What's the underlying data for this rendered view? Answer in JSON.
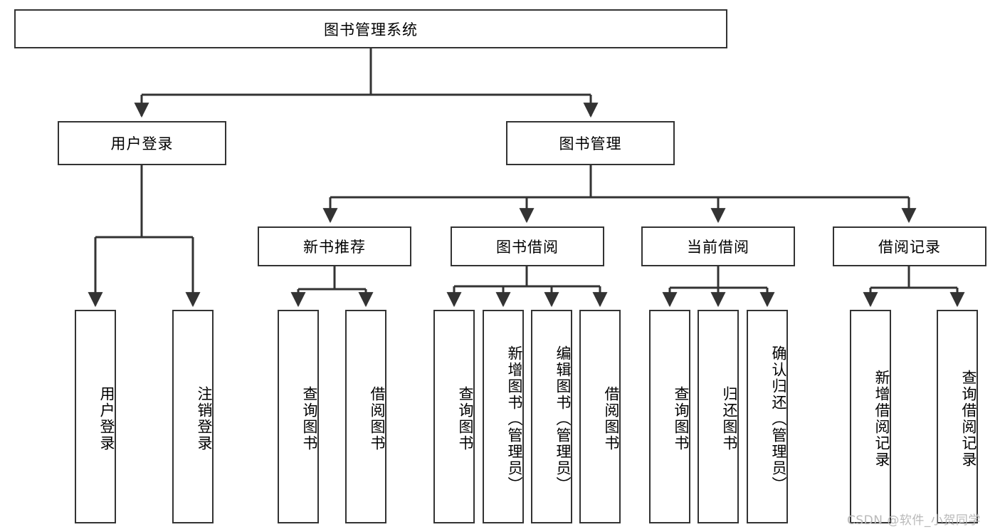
{
  "diagram": {
    "title": "图书管理系统",
    "type": "hierarchy-tree",
    "line_color": "#333333",
    "background_color": "#ffffff",
    "root": {
      "label": "图书管理系统"
    },
    "level2": [
      {
        "label": "用户登录"
      },
      {
        "label": "图书管理"
      }
    ],
    "level3": [
      {
        "label": "新书推荐"
      },
      {
        "label": "图书借阅"
      },
      {
        "label": "当前借阅"
      },
      {
        "label": "借阅记录"
      }
    ],
    "leaves": {
      "user_login": [
        {
          "label": "用户登录"
        },
        {
          "label": "注销登录"
        }
      ],
      "new_book_recommend": [
        {
          "label": "查询图书"
        },
        {
          "label": "借阅图书"
        }
      ],
      "book_borrow": [
        {
          "label": "查询图书"
        },
        {
          "label": "新增图书（管理员）"
        },
        {
          "label": "编辑图书（管理员）"
        },
        {
          "label": "借阅图书"
        }
      ],
      "current_borrow": [
        {
          "label": "查询图书"
        },
        {
          "label": "归还图书"
        },
        {
          "label": "确认归还（管理员）"
        }
      ],
      "borrow_record": [
        {
          "label": "新增借阅记录"
        },
        {
          "label": "查询借阅记录"
        }
      ]
    }
  },
  "watermark": {
    "text": "CSDN @软件_小贺同学"
  }
}
